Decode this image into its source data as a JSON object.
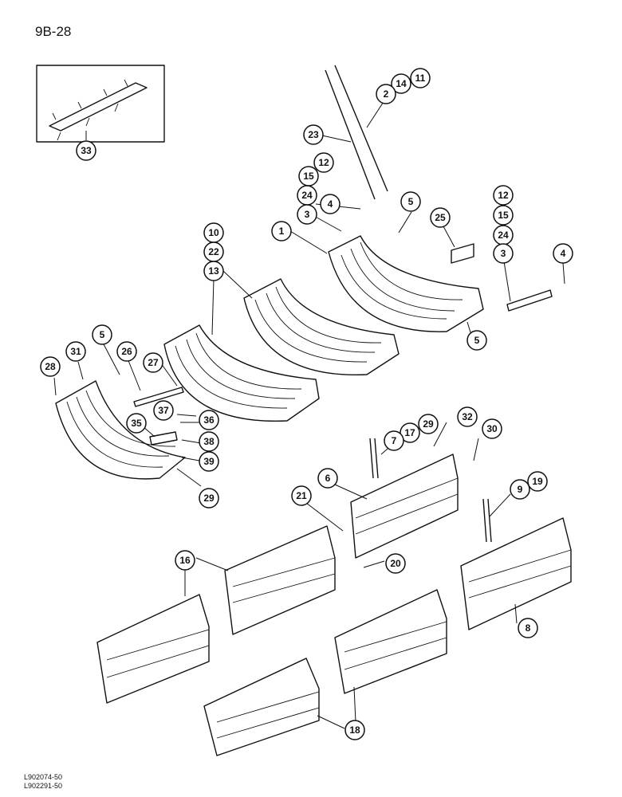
{
  "page_code": "9B-28",
  "reference_codes": [
    "L902074-50",
    "L902291-50"
  ],
  "callouts": [
    "33",
    "11",
    "14",
    "2",
    "23",
    "12",
    "15",
    "24",
    "4",
    "3",
    "5",
    "25",
    "1",
    "12",
    "15",
    "24",
    "3",
    "4",
    "10",
    "22",
    "13",
    "5",
    "5",
    "31",
    "26",
    "28",
    "27",
    "37",
    "36",
    "35",
    "38",
    "39",
    "29",
    "32",
    "17",
    "29",
    "7",
    "30",
    "6",
    "21",
    "9",
    "19",
    "20",
    "16",
    "8",
    "18"
  ]
}
